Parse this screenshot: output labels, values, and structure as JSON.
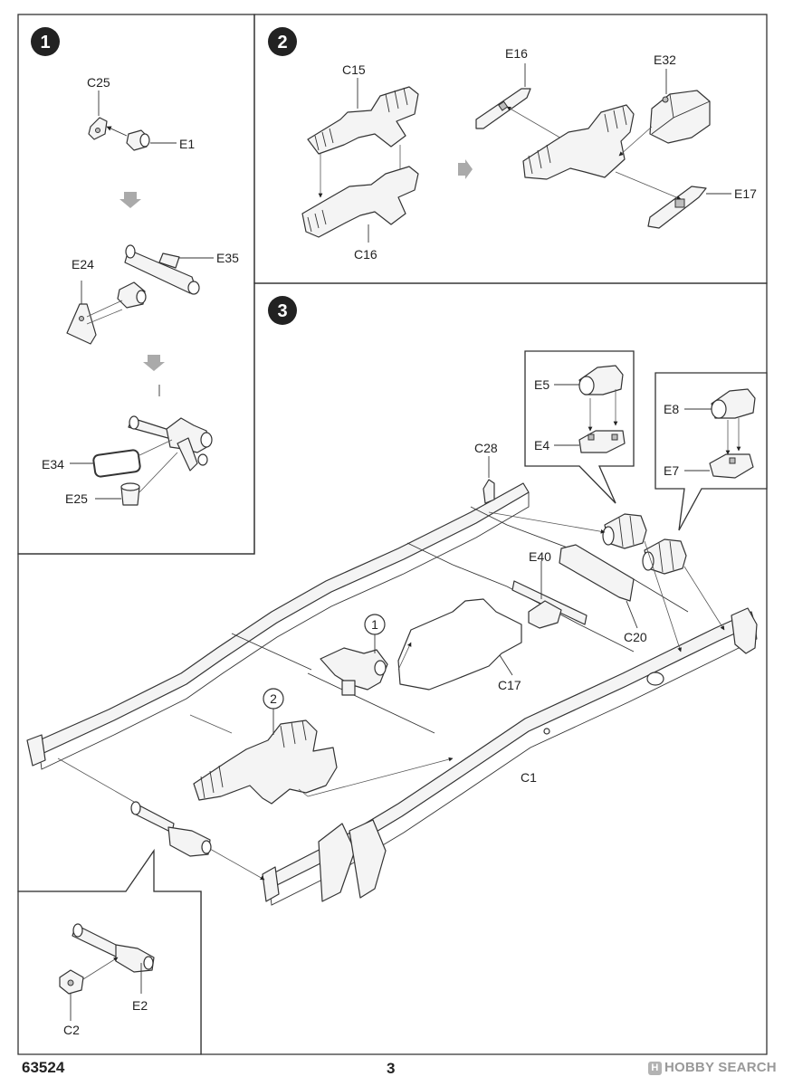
{
  "steps": [
    {
      "number": "1",
      "labels": [
        "C25",
        "E1",
        "E35",
        "E24",
        "E34",
        "E25"
      ]
    },
    {
      "number": "2",
      "labels": [
        "C15",
        "C16",
        "E16",
        "E32",
        "E17"
      ]
    },
    {
      "number": "3",
      "labels": [
        "C28",
        "E5",
        "E4",
        "E8",
        "E7",
        "E40",
        "C20",
        "C17",
        "C1",
        "E2",
        "C2"
      ]
    }
  ],
  "step3_sub_refs": [
    "1",
    "2"
  ],
  "footer": {
    "product_code": "63524",
    "page_number": "3",
    "watermark": "HOBBY SEARCH"
  }
}
